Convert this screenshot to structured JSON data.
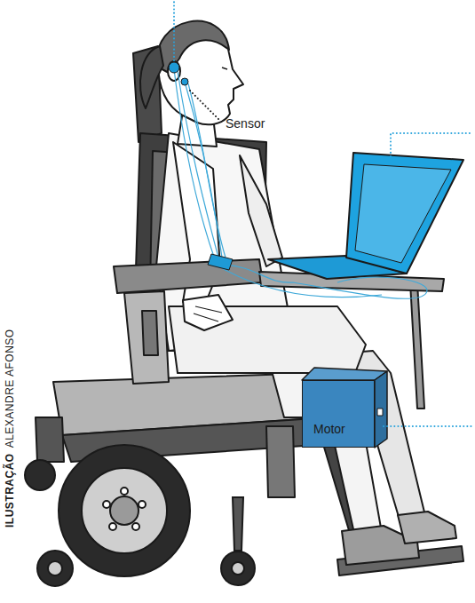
{
  "diagram": {
    "nodes": [
      {
        "text": [
          "Motor"
        ]
      }
    ],
    "labels": [
      "Sensor",
      "ILUSTRAÇÃO",
      "ALEXANDRE AFONSO"
    ]
  }
}
